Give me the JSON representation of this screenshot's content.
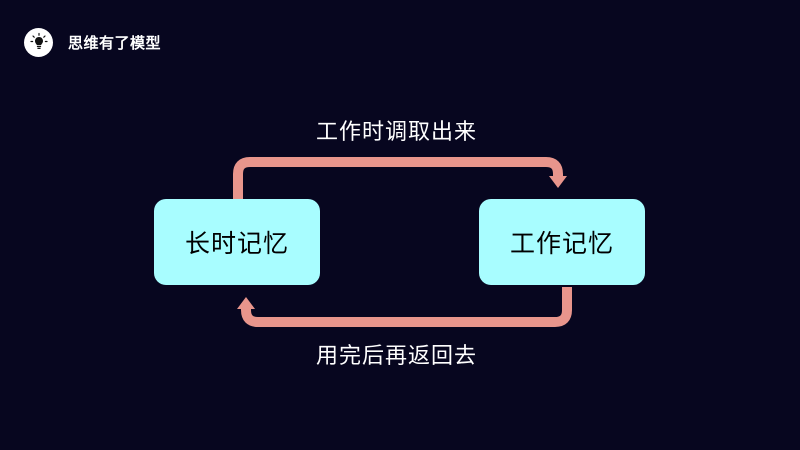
{
  "header": {
    "icon": "lightbulb-icon",
    "title": "思维有了模型"
  },
  "diagram": {
    "nodes": {
      "long_term": "长时记忆",
      "working": "工作记忆"
    },
    "edges": {
      "retrieve": "工作时调取出来",
      "return": "用完后再返回去"
    }
  },
  "colors": {
    "background": "#07061f",
    "node_fill": "#a8fdff",
    "arrow": "#e8958c",
    "text": "#ffffff"
  }
}
